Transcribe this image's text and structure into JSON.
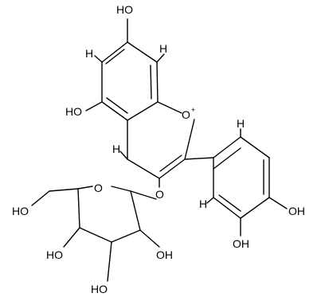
{
  "diagram": {
    "type": "chemical-structure",
    "atom_labels": {
      "oh_top": "HO",
      "h_ringA_top": "H",
      "h_ringA_left": "H",
      "h_ringC": "H",
      "oh_5": "HO",
      "o_plus": "O",
      "o_plus_charge": "+",
      "h_ringB_top": "H",
      "h_ringB_left": "H",
      "oh_4p": "OH",
      "oh_3p": "OH",
      "o_3": "O",
      "o_sugar": "O",
      "oh_ch2": "HO",
      "oh_sugar_4": "HO",
      "oh_sugar_2": "OH",
      "oh_sugar_3": "HO"
    }
  }
}
